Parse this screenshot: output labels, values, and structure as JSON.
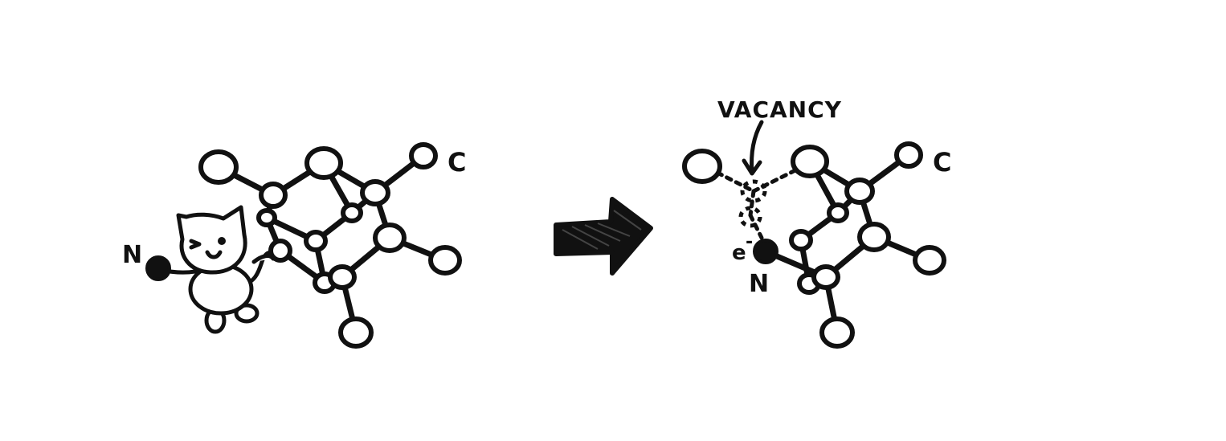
{
  "left_panel": {
    "nitrogen_label": "N",
    "carbon_label": "C"
  },
  "right_panel": {
    "vacancy_label": "VACANCY",
    "electron_label": "e",
    "electron_charge": "-",
    "nitrogen_label": "N",
    "carbon_label": "C"
  },
  "colors": {
    "ink": "#111111",
    "paper": "#ffffff"
  }
}
